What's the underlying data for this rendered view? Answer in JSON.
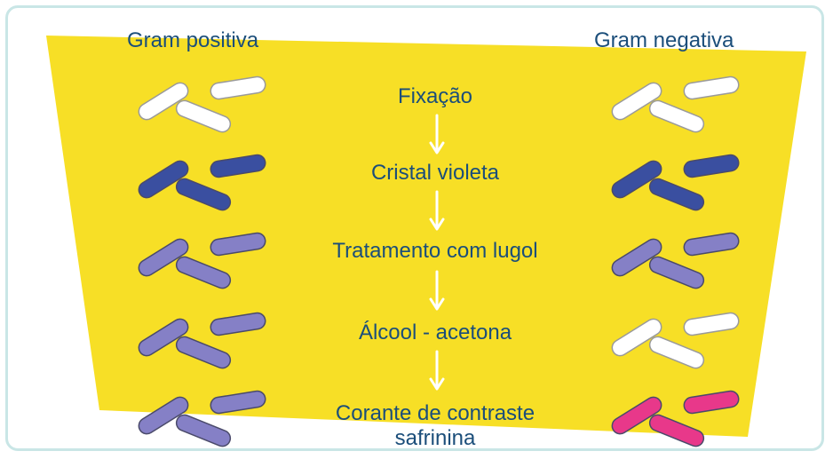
{
  "columns": {
    "left_title": "Gram positiva",
    "right_title": "Gram negativa"
  },
  "steps": [
    {
      "label": "Fixação",
      "left_color": "#ffffff",
      "right_color": "#ffffff"
    },
    {
      "label": "Cristal violeta",
      "left_color": "#3a4fa0",
      "right_color": "#3a4fa0"
    },
    {
      "label": "Tratamento com lugol",
      "left_color": "#8580c6",
      "right_color": "#8580c6"
    },
    {
      "label": "Álcool - acetona",
      "left_color": "#8580c6",
      "right_color": "#ffffff"
    },
    {
      "label": "Corante de contraste",
      "label2": "safrinina",
      "left_color": "#8580c6",
      "right_color": "#e8388a"
    }
  ],
  "colors": {
    "background_panel": "#f7df26",
    "text": "#1b4e7a",
    "arrow": "#ffffff",
    "frame": "#c9e6e6"
  }
}
